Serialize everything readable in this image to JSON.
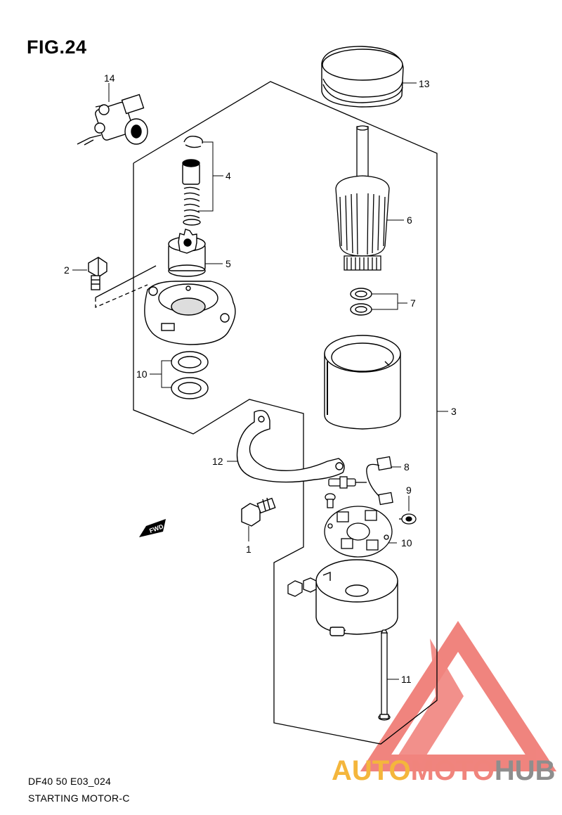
{
  "figure": {
    "title": "FIG.24",
    "code": "DF40 50 E03_024",
    "name": "STARTING MOTOR-C"
  },
  "callouts": [
    {
      "key": "p14",
      "label": "14"
    },
    {
      "key": "p13",
      "label": "13"
    },
    {
      "key": "p4",
      "label": "4"
    },
    {
      "key": "p6",
      "label": "6"
    },
    {
      "key": "p2",
      "label": "2"
    },
    {
      "key": "p5",
      "label": "5"
    },
    {
      "key": "p7",
      "label": "7"
    },
    {
      "key": "p10a",
      "label": "10"
    },
    {
      "key": "p3",
      "label": "3"
    },
    {
      "key": "p12",
      "label": "12"
    },
    {
      "key": "p8",
      "label": "8"
    },
    {
      "key": "p9",
      "label": "9"
    },
    {
      "key": "p1",
      "label": "1"
    },
    {
      "key": "p10b",
      "label": "10"
    },
    {
      "key": "p11",
      "label": "11"
    }
  ],
  "fwd_arrow_label": "FWD",
  "watermark": {
    "part1": "AUTO",
    "part2": "MOTO",
    "part3": "HUB",
    "colors": {
      "auto": "#f4b63c",
      "moto": "#f0847c",
      "hub": "#8e8e8e",
      "triangle": "#ee6f68"
    }
  }
}
